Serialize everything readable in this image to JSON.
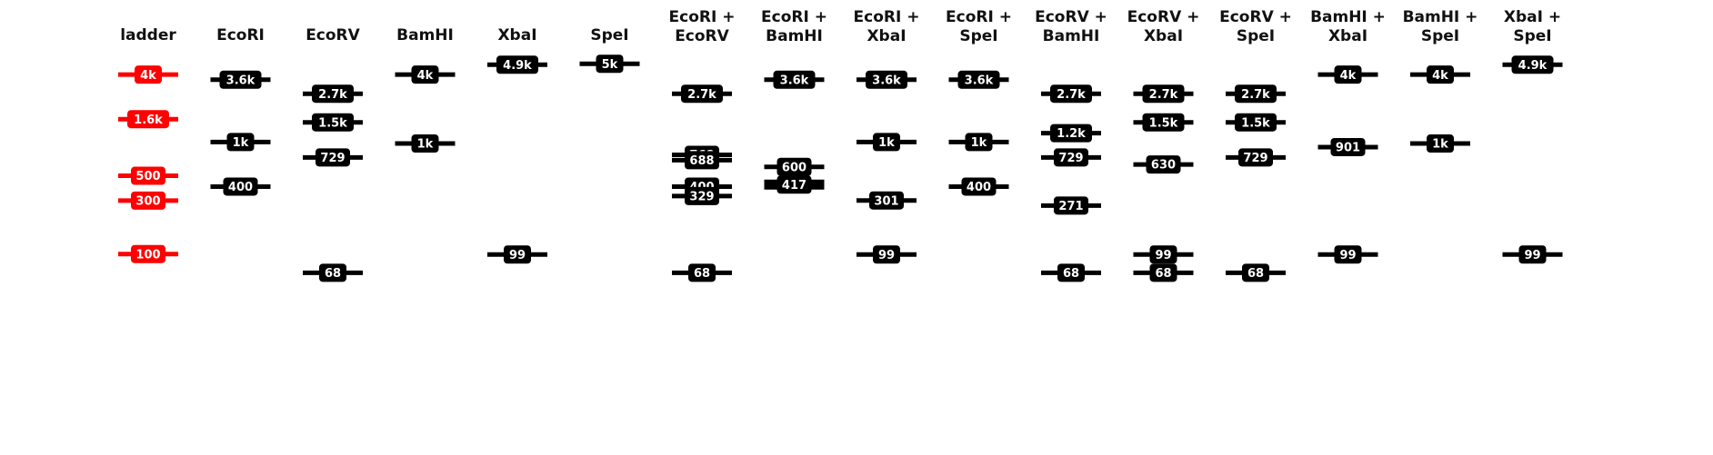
{
  "colors": {
    "ladder": "#ff0000",
    "band": "#000000",
    "label_text": "#ffffff",
    "title_text": "#111111",
    "background": "#ffffff"
  },
  "lanes": [
    {
      "title": [
        "ladder"
      ],
      "is_ladder": true,
      "bands": [
        {
          "size": 4000,
          "label": "4k"
        },
        {
          "size": 1600,
          "label": "1.6k"
        },
        {
          "size": 500,
          "label": "500"
        },
        {
          "size": 300,
          "label": "300"
        },
        {
          "size": 100,
          "label": "100"
        }
      ]
    },
    {
      "title": [
        "EcoRI"
      ],
      "bands": [
        {
          "size": 3600,
          "label": "3.6k"
        },
        {
          "size": 1000,
          "label": "1k"
        },
        {
          "size": 400,
          "label": "400"
        }
      ]
    },
    {
      "title": [
        "EcoRV"
      ],
      "bands": [
        {
          "size": 2700,
          "label": "2.7k"
        },
        {
          "size": 1500,
          "label": "1.5k"
        },
        {
          "size": 729,
          "label": "729"
        },
        {
          "size": 68,
          "label": "68"
        }
      ]
    },
    {
      "title": [
        "BamHI"
      ],
      "bands": [
        {
          "size": 4000,
          "label": "4k"
        },
        {
          "size": 970,
          "label": "1k"
        }
      ]
    },
    {
      "title": [
        "XbaI"
      ],
      "bands": [
        {
          "size": 4900,
          "label": "4.9k"
        },
        {
          "size": 99,
          "label": "99"
        }
      ]
    },
    {
      "title": [
        "SpeI"
      ],
      "bands": [
        {
          "size": 5000,
          "label": "5k"
        }
      ]
    },
    {
      "title": [
        "EcoRI +",
        "EcoRV"
      ],
      "bands": [
        {
          "size": 2700,
          "label": "2.7k"
        },
        {
          "size": 768,
          "label": "768"
        },
        {
          "size": 688,
          "label": "688"
        },
        {
          "size": 400,
          "label": "400"
        },
        {
          "size": 329,
          "label": "329"
        },
        {
          "size": 68,
          "label": "68"
        }
      ]
    },
    {
      "title": [
        "EcoRI +",
        "BamHI"
      ],
      "bands": [
        {
          "size": 3600,
          "label": "3.6k"
        },
        {
          "size": 600,
          "label": "600"
        },
        {
          "size": 417,
          "label": "417",
          "thick": true
        }
      ]
    },
    {
      "title": [
        "EcoRI +",
        "XbaI"
      ],
      "bands": [
        {
          "size": 3600,
          "label": "3.6k"
        },
        {
          "size": 1000,
          "label": "1k"
        },
        {
          "size": 301,
          "label": "301"
        },
        {
          "size": 99,
          "label": "99"
        }
      ]
    },
    {
      "title": [
        "EcoRI +",
        "SpeI"
      ],
      "bands": [
        {
          "size": 3600,
          "label": "3.6k"
        },
        {
          "size": 1000,
          "label": "1k"
        },
        {
          "size": 400,
          "label": "400"
        }
      ]
    },
    {
      "title": [
        "EcoRV +",
        "BamHI"
      ],
      "bands": [
        {
          "size": 2700,
          "label": "2.7k"
        },
        {
          "size": 1200,
          "label": "1.2k"
        },
        {
          "size": 729,
          "label": "729"
        },
        {
          "size": 271,
          "label": "271"
        },
        {
          "size": 68,
          "label": "68"
        }
      ]
    },
    {
      "title": [
        "EcoRV +",
        "XbaI"
      ],
      "bands": [
        {
          "size": 2700,
          "label": "2.7k"
        },
        {
          "size": 1500,
          "label": "1.5k"
        },
        {
          "size": 630,
          "label": "630"
        },
        {
          "size": 99,
          "label": "99"
        },
        {
          "size": 68,
          "label": "68"
        }
      ]
    },
    {
      "title": [
        "EcoRV +",
        "SpeI"
      ],
      "bands": [
        {
          "size": 2700,
          "label": "2.7k"
        },
        {
          "size": 1500,
          "label": "1.5k"
        },
        {
          "size": 729,
          "label": "729"
        },
        {
          "size": 68,
          "label": "68"
        }
      ]
    },
    {
      "title": [
        "BamHI +",
        "XbaI"
      ],
      "bands": [
        {
          "size": 4000,
          "label": "4k"
        },
        {
          "size": 901,
          "label": "901"
        },
        {
          "size": 99,
          "label": "99"
        }
      ]
    },
    {
      "title": [
        "BamHI +",
        "SpeI"
      ],
      "bands": [
        {
          "size": 4000,
          "label": "4k"
        },
        {
          "size": 970,
          "label": "1k"
        }
      ]
    },
    {
      "title": [
        "XbaI +",
        "SpeI"
      ],
      "bands": [
        {
          "size": 4900,
          "label": "4.9k"
        },
        {
          "size": 99,
          "label": "99"
        }
      ]
    }
  ]
}
